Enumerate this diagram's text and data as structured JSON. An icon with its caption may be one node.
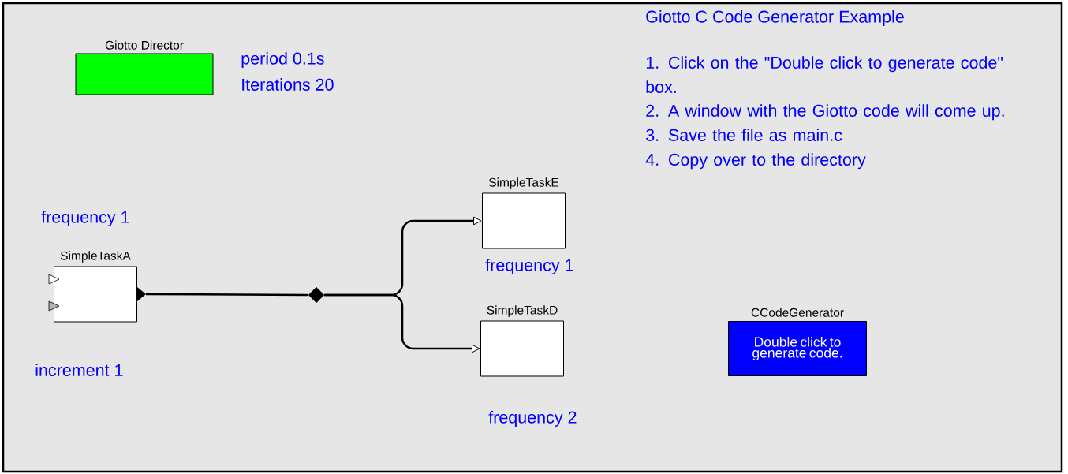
{
  "diagram": {
    "title": "Giotto C Code Generator Example",
    "nodes": [
      {
        "text": [
          "Giotto Director"
        ],
        "beside": [
          "period 0.1s",
          "Iterations 20"
        ]
      },
      {
        "text": [
          "SimpleTaskA"
        ],
        "beside": [
          "frequency 1",
          "increment 1"
        ]
      },
      {
        "text": [],
        "shape": "diamond"
      },
      {
        "text": [
          "SimpleTaskE"
        ],
        "beside": [
          "frequency 1"
        ]
      },
      {
        "text": [
          "SimpleTaskD"
        ],
        "beside": [
          "frequency 2"
        ]
      },
      {
        "text": [
          "CCodeGenerator",
          "Double click to generate code."
        ]
      }
    ],
    "edges": [
      {
        "from": 1,
        "to": 2,
        "arrow": "none"
      },
      {
        "from": 2,
        "to": 3,
        "arrow": "to"
      },
      {
        "from": 2,
        "to": 4,
        "arrow": "to"
      }
    ],
    "labels": [
      "1. Click on the \"Double click to generate code\" box.",
      "2. A window with the Giotto code will come up.",
      "3. Save the file as main.c",
      "4. Copy over to the directory"
    ]
  }
}
